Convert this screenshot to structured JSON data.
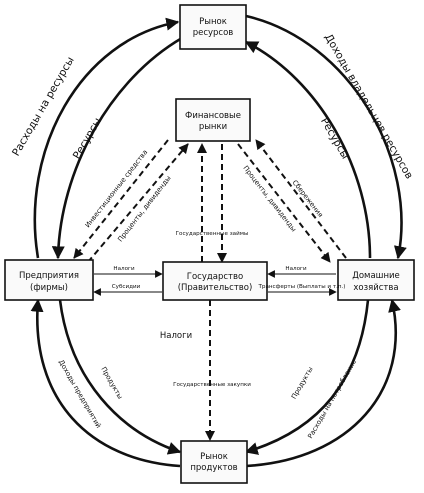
{
  "nodes": {
    "resource_market": [
      "Рынок",
      "ресурсов"
    ],
    "financial_markets": [
      "Финансовые",
      "рынки"
    ],
    "firms": [
      "Предприятия",
      "(фирмы)"
    ],
    "government": [
      "Государство",
      "(Правительство)"
    ],
    "households": [
      "Домашние",
      "хозяйства"
    ],
    "product_market": [
      "Рынок",
      "продуктов"
    ]
  },
  "labels": {
    "resource_spending": "Расходы на ресурсы",
    "resources_left": "Ресурсы",
    "owner_income": "Доходы владельцев ресурсов",
    "resources_right": "Ресурсы",
    "investment_funds": "Инвестиционные средства",
    "interest_dividends_left": "Проценты, дивиденды",
    "interest_dividends_right": "Проценты, дивиденды",
    "savings": "Сбережения",
    "gov_loans": "Государственные займы",
    "taxes_firms": "Налоги",
    "subsidies": "Субсидии",
    "taxes_households": "Налоги",
    "transfers": "Трансферты (Выплаты и т.п.)",
    "taxes_center": "Налоги",
    "gov_purchases": "Государственные закупки",
    "firm_income": "Доходы предприятий",
    "products_left": "Продукты",
    "products_right": "Продукты",
    "consumer_spending": "Расходы на потребление"
  }
}
